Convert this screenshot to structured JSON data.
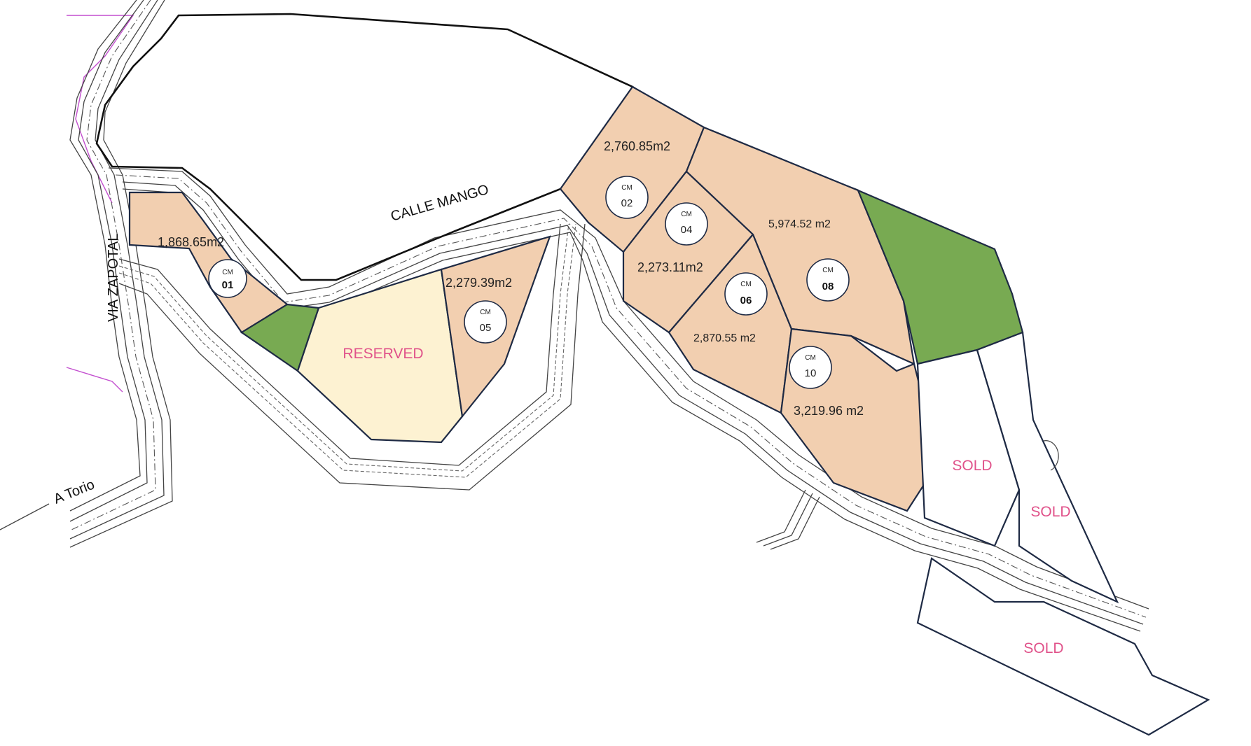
{
  "roads": {
    "calle_mango": "CALLE MANGO",
    "via_zapotal": "VIA ZAPOTAL",
    "a_torio": "A Torio"
  },
  "lots": [
    {
      "id": "cm01",
      "code": "CM",
      "number": "01",
      "area": "1,868.65m2",
      "status": "available"
    },
    {
      "id": "cm02",
      "code": "CM",
      "number": "02",
      "area": "2,760.85m2",
      "status": "available"
    },
    {
      "id": "cm04",
      "code": "CM",
      "number": "04",
      "area": "2,273.11m2",
      "status": "available"
    },
    {
      "id": "cm05",
      "code": "CM",
      "number": "05",
      "area": "2,279.39m2",
      "status": "available"
    },
    {
      "id": "cm06",
      "code": "CM",
      "number": "06",
      "area": "2,870.55 m2",
      "status": "available"
    },
    {
      "id": "cm08",
      "code": "CM",
      "number": "08",
      "area": "5,974.52 m2",
      "status": "available"
    },
    {
      "id": "cm10",
      "code": "CM",
      "number": "10",
      "area": "3,219.96 m2",
      "status": "available"
    }
  ],
  "status_labels": {
    "reserved": "RESERVED",
    "sold_1": "SOLD",
    "sold_2": "SOLD",
    "sold_3": "SOLD"
  },
  "colors": {
    "available_lot": "#f2cfb0",
    "green_area": "#78aa52",
    "reserved_lot": "#fdf2d2",
    "sold_lot": "#ffffff",
    "status_text": "#e0528a",
    "property_line": "#c34fcf"
  }
}
